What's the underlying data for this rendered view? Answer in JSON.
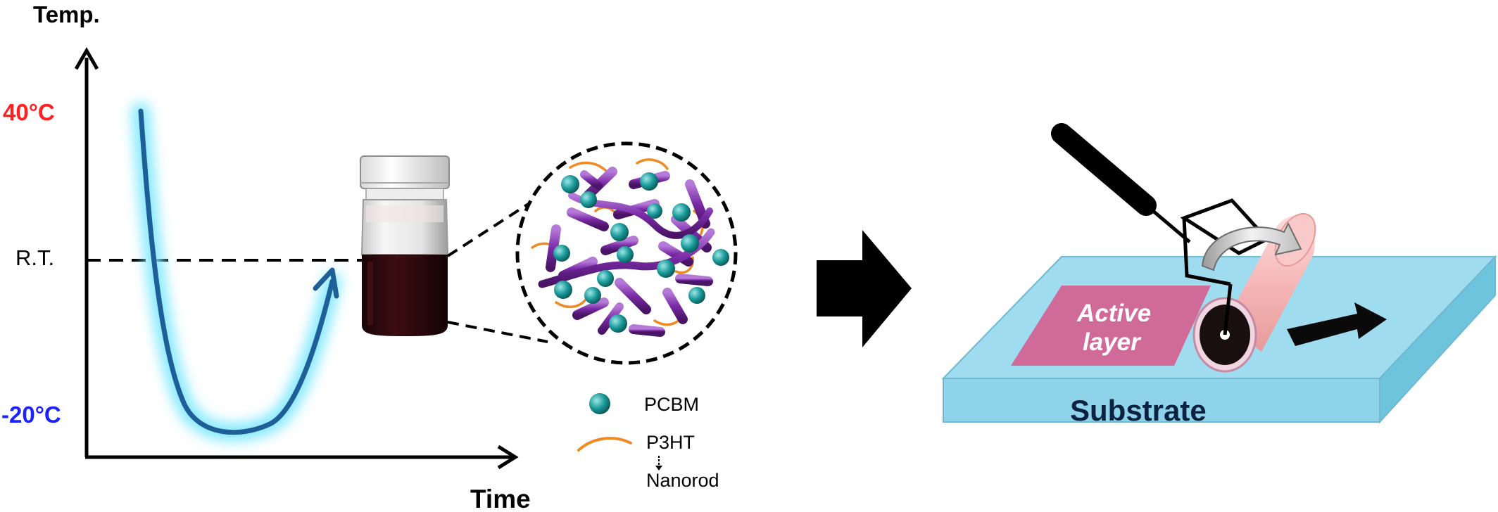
{
  "graph": {
    "y_axis_label": "Temp.",
    "x_axis_label": "Time",
    "tick_high": "40°C",
    "tick_mid": "R.T.",
    "tick_low": "-20°C"
  },
  "legend": {
    "pcbm": "PCBM",
    "p3ht": "P3HT",
    "nanorod": "Nanorod"
  },
  "roller": {
    "active_layer_line1": "Active",
    "active_layer_line2": "layer",
    "substrate": "Substrate"
  },
  "colors": {
    "high_temp": "#ff2020",
    "low_temp": "#1a23ff",
    "curve": "#1e5f98",
    "curve_glow": "#7ee8ff",
    "pcbm": "#1b9a9a",
    "p3ht": "#f08a24",
    "nanorod": "#7a2aa6",
    "substrate": "#8fd8ef",
    "active_layer": "#d06a98",
    "roller": "#f6b7b7"
  },
  "icons": [
    "vial-icon",
    "zoom-circle-icon",
    "process-arrow-icon",
    "coating-roller-icon",
    "rotation-arrow-icon",
    "direction-arrow-icon"
  ]
}
